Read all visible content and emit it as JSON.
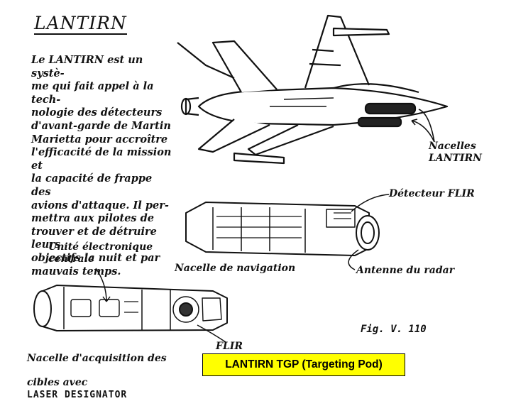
{
  "document": {
    "title": "LANTIRN",
    "intro_text": "Le LANTIRN est un systè-\nme qui fait appel à la tech-\nnologie des détecteurs\nd'avant-garde de Martin\nMarietta pour accroître\nl'efficacité de la mission et\nla capacité de frappe des\navions d'attaque. Il per-\nmettra aux pilotes de\ntrouver et de détruire leurs\nobjectifs la nuit et par\nmauvais temps."
  },
  "labels": {
    "nacelles": "Nacelles\nLANTIRN",
    "detecteur_flir": "Détecteur FLIR",
    "unite": "Unité électronique\ncentrale",
    "nacelle_navigation": "Nacelle de navigation",
    "antenne": "Antenne du radar",
    "flir": "FLIR",
    "acquisition_line1": "Nacelle d'acquisition des",
    "acquisition_line2_prefix": "cibles avec",
    "acquisition_line2_caps": "LASER DESIGNATOR",
    "figure": "Fig. V. 110"
  },
  "caption": "LANTIRN  TGP (Targeting  Pod)"
}
